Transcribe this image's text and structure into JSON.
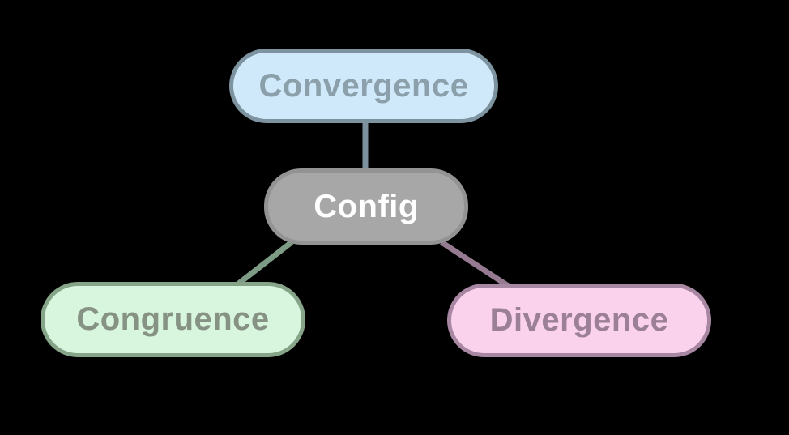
{
  "diagram": {
    "background": "#000000",
    "nodes": [
      {
        "id": "convergence",
        "label": "Convergence",
        "fill": "#cfe9fa",
        "border": "#7d93a0",
        "text_color": "#8ca0ac"
      },
      {
        "id": "config",
        "label": "Config",
        "fill": "#a7a7a7",
        "border": "#939393",
        "text_color": "#ffffff"
      },
      {
        "id": "congruence",
        "label": "Congruence",
        "fill": "#d8f5de",
        "border": "#86a488",
        "text_color": "#869384"
      },
      {
        "id": "divergence",
        "label": "Divergence",
        "fill": "#fad2ec",
        "border": "#a887a2",
        "text_color": "#9c8097"
      }
    ],
    "edges": [
      {
        "from": "config",
        "to": "convergence",
        "color": "#7d919f"
      },
      {
        "from": "config",
        "to": "congruence",
        "color": "#7e9c85"
      },
      {
        "from": "config",
        "to": "divergence",
        "color": "#967a92"
      }
    ]
  }
}
